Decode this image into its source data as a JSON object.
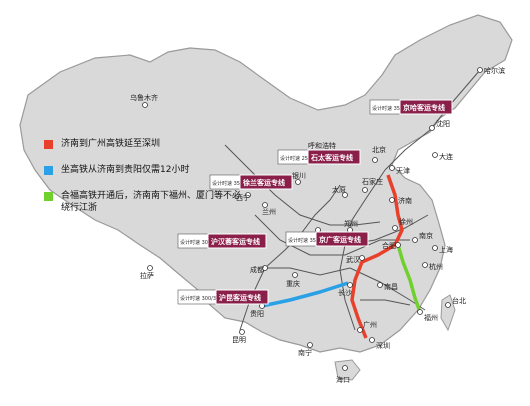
{
  "legend": [
    {
      "label": "济南到广州高铁延至深圳",
      "color": "#e8402a"
    },
    {
      "label": "坐高铁从济南到贵阳仅需12小时",
      "color": "#2aa0e6"
    },
    {
      "label": "合福高铁开通后，济南南下福州、厦门等不必绕行江浙",
      "color": "#6fd02e"
    }
  ],
  "line_labels": {
    "jingha": "京哈客运专线",
    "shitai": "石太客运专线",
    "xulan": "徐兰客运专线",
    "huhanrong": "沪汉蓉客运专线",
    "jingguang": "京广客运专线",
    "huliu": "沪昆客运专线"
  },
  "speed_labels": {
    "jingha": "设计时速 350km/h",
    "shitai": "设计时速 250km/h",
    "xulan": "设计时速 350km/h",
    "huhanrong": "设计时速 300km/h",
    "jingguang": "设计时速 350km/h",
    "huliu": "设计时速 300/350km/h"
  },
  "cities": {
    "harbin": "哈尔滨",
    "urumqi": "乌鲁木齐",
    "hohhot": "呼和浩特",
    "beijing": "北京",
    "shenyang": "沈阳",
    "dalian": "大连",
    "tianjin": "天津",
    "taiyuan": "太原",
    "shijiazhuang": "石家庄",
    "jinan": "济南",
    "yinchuan": "银川",
    "xining": "西宁",
    "lanzhou": "兰州",
    "xian": "西安",
    "zhengzhou": "郑州",
    "xuzhou": "徐州",
    "nanjing": "南京",
    "hefei": "合肥",
    "shanghai": "上海",
    "wuhan": "武汉",
    "hangzhou": "杭州",
    "chengdu": "成都",
    "chongqing": "重庆",
    "changsha": "长沙",
    "nanchang": "南昌",
    "fuzhou": "福州",
    "guiyang": "贵阳",
    "kunming": "昆明",
    "guangzhou": "广州",
    "shenzhen": "深圳",
    "nanning": "南宁",
    "haikou": "海口",
    "lhasa": "拉萨",
    "taipei": "台北"
  }
}
